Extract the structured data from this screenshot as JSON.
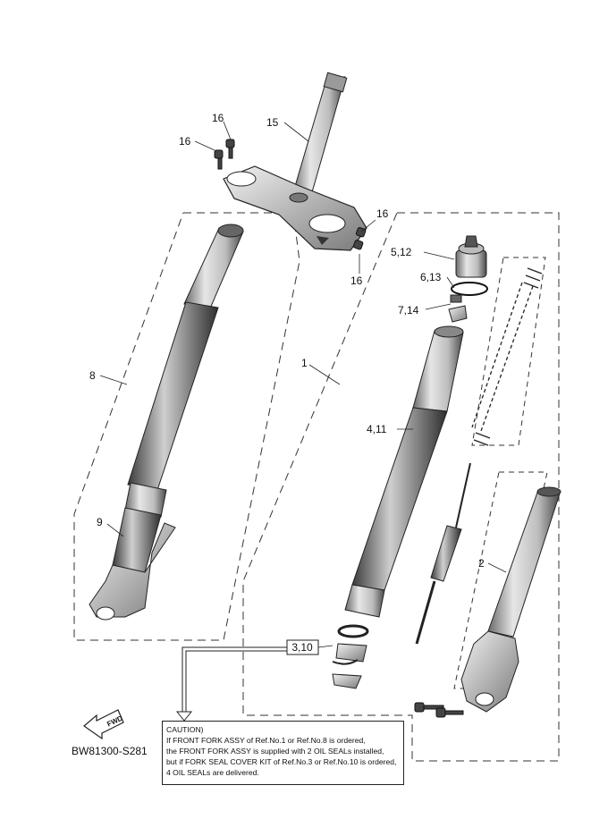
{
  "diagram_code": "BW81300-S281",
  "fwd_label": "FWD",
  "ref_box_label": "3,10",
  "callouts": [
    {
      "id": "c16a",
      "text": "16"
    },
    {
      "id": "c16b",
      "text": "16"
    },
    {
      "id": "c15",
      "text": "15"
    },
    {
      "id": "c16c",
      "text": "16"
    },
    {
      "id": "c16d",
      "text": "16"
    },
    {
      "id": "c512",
      "text": "5,12"
    },
    {
      "id": "c613",
      "text": "6,13"
    },
    {
      "id": "c714",
      "text": "7,14"
    },
    {
      "id": "c8",
      "text": "8"
    },
    {
      "id": "c1",
      "text": "1"
    },
    {
      "id": "c411",
      "text": "4,11"
    },
    {
      "id": "c9",
      "text": "9"
    },
    {
      "id": "c2",
      "text": "2"
    }
  ],
  "caution": {
    "title": "CAUTION)",
    "lines": [
      "If FRONT FORK ASSY of Ref.No.1 or Ref.No.8 is ordered,",
      "the FRONT FORK ASSY is supplied with 2 OIL SEALs installed,",
      "but if FORK SEAL COVER KIT of Ref.No.3 or Ref.No.10 is ordered,",
      "4 OIL SEALs are delivered."
    ]
  }
}
